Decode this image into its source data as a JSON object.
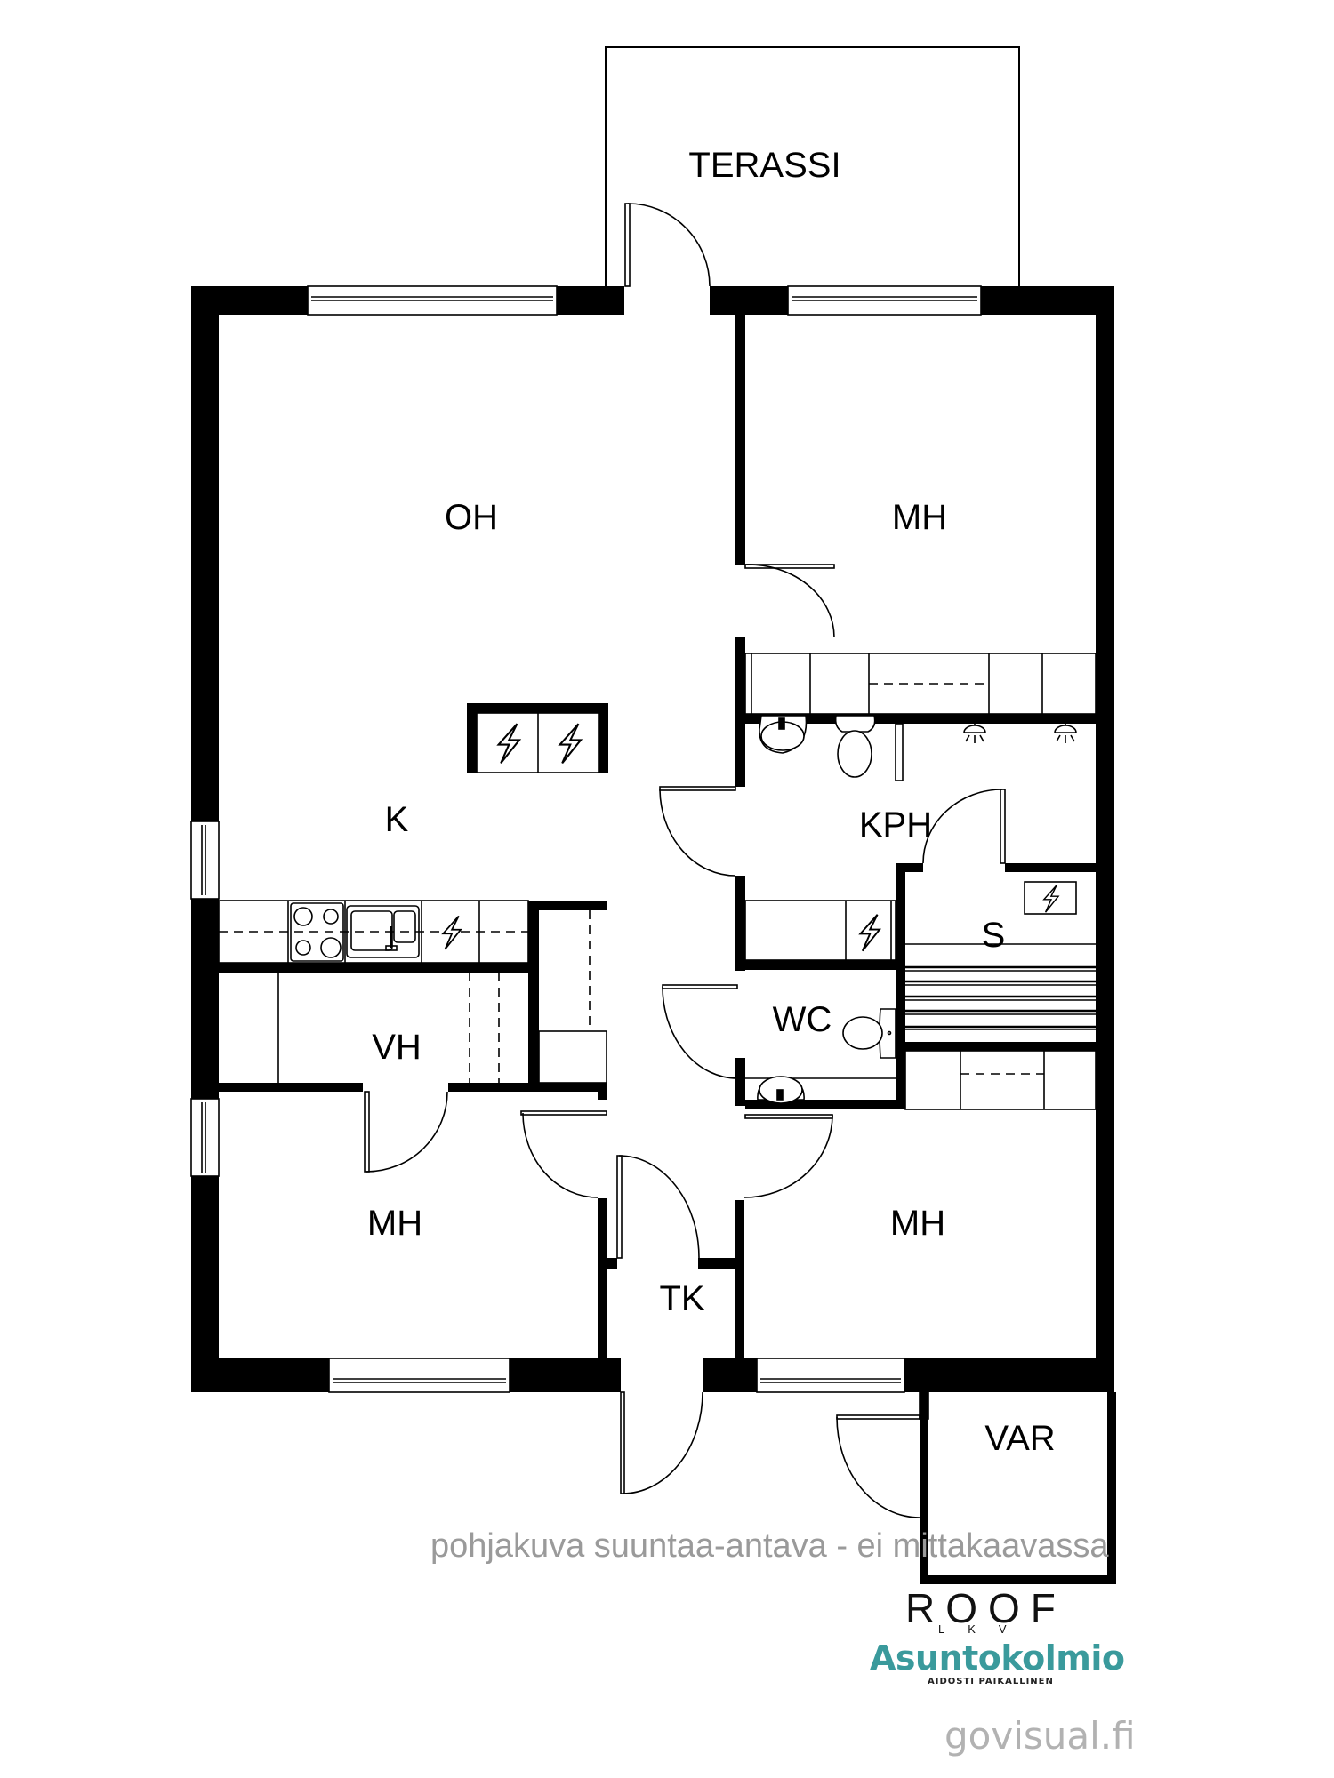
{
  "rooms": {
    "terrace": "TERASSI",
    "living_room": "OH",
    "bedroom_top_right": "MH",
    "kitchen": "K",
    "bathroom": "KPH",
    "sauna": "S",
    "walk_in_closet": "VH",
    "toilet": "WC",
    "bedroom_bottom_left": "MH",
    "bedroom_bottom_right": "MH",
    "utility_room": "TK",
    "storage": "VAR"
  },
  "footer": {
    "disclaimer": "pohjakuva suuntaa-antava - ei mittakaavassa",
    "brand_roof": "ROOF",
    "brand_roof_sub": "LKV",
    "brand_asuntokolmio": "Asuntokolmio",
    "brand_asuntokolmio_sub": "AIDOSTI PAIKALLINEN",
    "credit": "govisual.fi"
  },
  "colors": {
    "wall": "#000000",
    "footer_text": "#9a9a9a",
    "asuntokolmio_teal": "#3a9a9c",
    "credit_text": "#b2b2b2"
  }
}
